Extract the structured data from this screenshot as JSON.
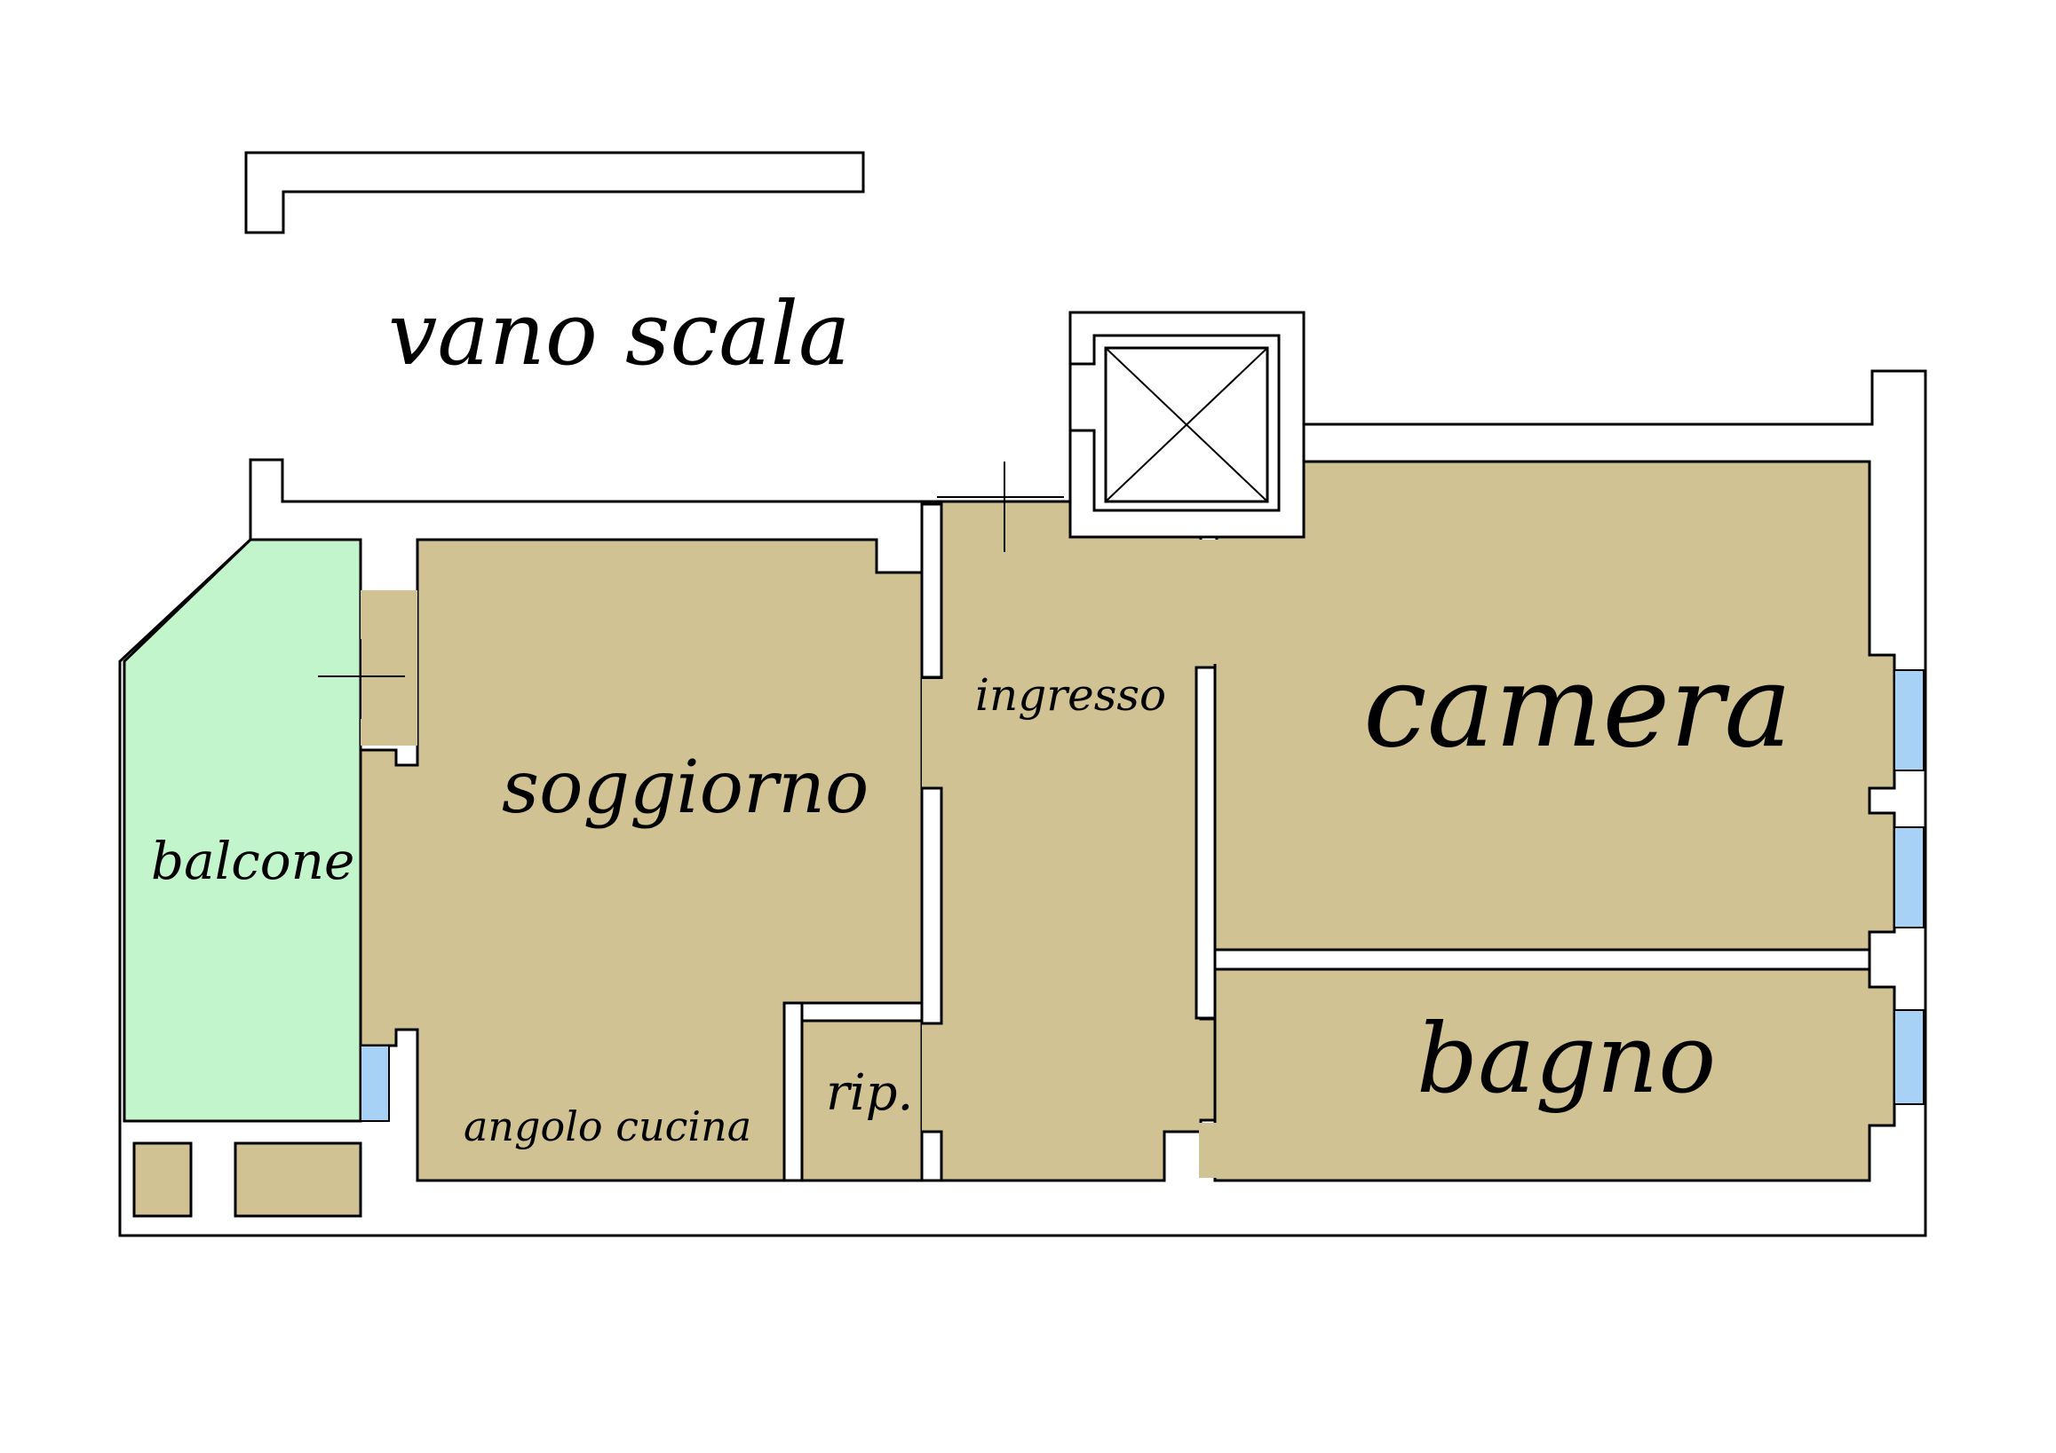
{
  "labels": {
    "stair": "vano scala",
    "entrance": "ingresso",
    "bedroom": "camera",
    "living": "soggiorno",
    "balcony": "balcone",
    "bathroom": "bagno",
    "storage": "rip.",
    "kitchen": "angolo cucina"
  },
  "colors": {
    "room_fill": "#d1c293",
    "balcony_fill": "#c3f5cd",
    "window_fill": "#a7d2f5",
    "wall_stroke": "#000000",
    "background": "#ffffff"
  }
}
